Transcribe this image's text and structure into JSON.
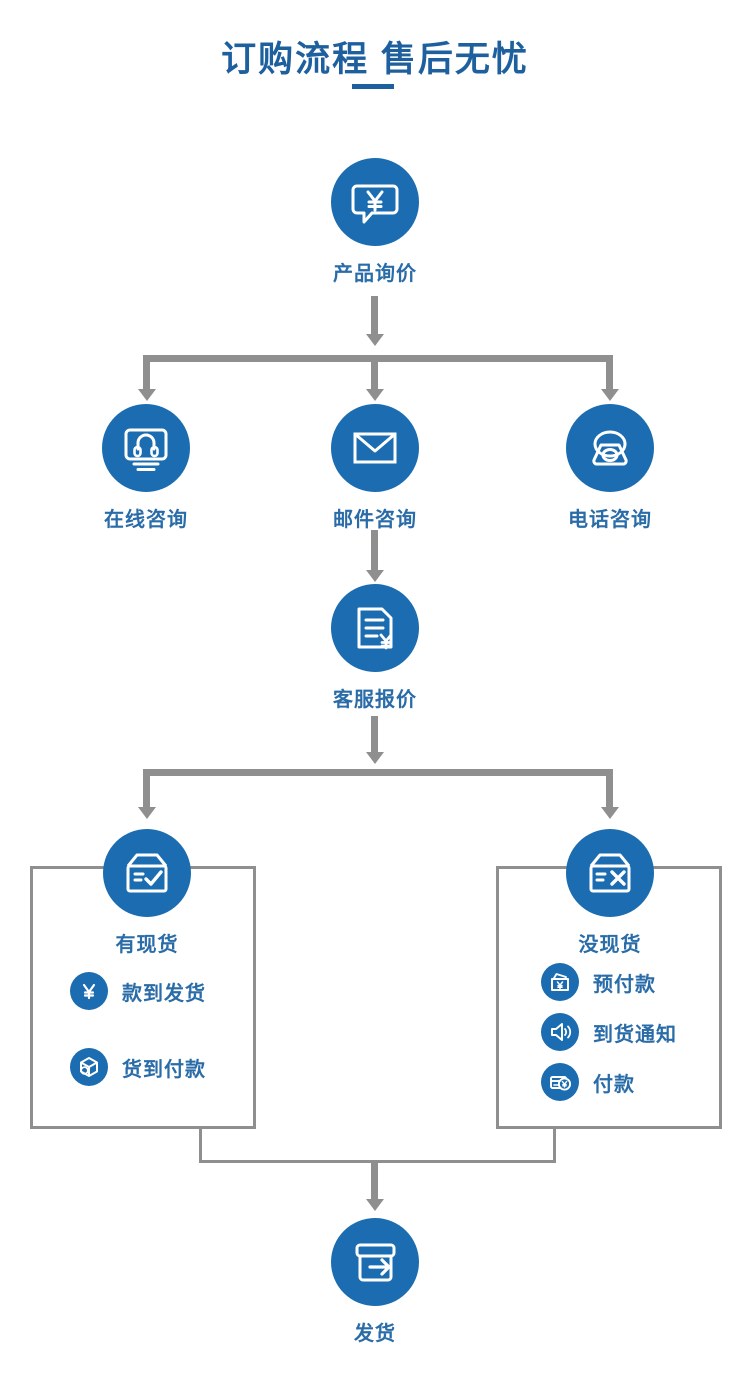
{
  "title": {
    "text": "订购流程  售后无忧",
    "accent_color": "#1e5f9e"
  },
  "theme": {
    "icon_circle_color": "#1b6cb0",
    "label_color": "#2a6ca8",
    "connector_color": "#8f8f8f",
    "background": "#ffffff"
  },
  "nodes": {
    "inquiry": {
      "label": "产品询价",
      "icon": "speech-bubble-yen-icon"
    },
    "online": {
      "label": "在线咨询",
      "icon": "monitor-headset-icon"
    },
    "email": {
      "label": "邮件咨询",
      "icon": "envelope-icon"
    },
    "phone": {
      "label": "电话咨询",
      "icon": "telephone-icon"
    },
    "quote": {
      "label": "客服报价",
      "icon": "document-yen-icon"
    },
    "shipout": {
      "label": "发货",
      "icon": "box-arrow-right-icon"
    }
  },
  "stock_options": {
    "in_stock": {
      "title": "有现货",
      "icon": "box-check-icon",
      "items": [
        {
          "label": "款到发货",
          "icon": "yen-circle-icon"
        },
        {
          "label": "货到付款",
          "icon": "parcel-box-icon"
        }
      ]
    },
    "out_of_stock": {
      "title": "没现货",
      "icon": "box-cross-icon",
      "items": [
        {
          "label": "预付款",
          "icon": "wallet-yen-icon"
        },
        {
          "label": "到货通知",
          "icon": "speaker-announce-icon"
        },
        {
          "label": "付款",
          "icon": "card-yen-icon"
        }
      ]
    }
  }
}
